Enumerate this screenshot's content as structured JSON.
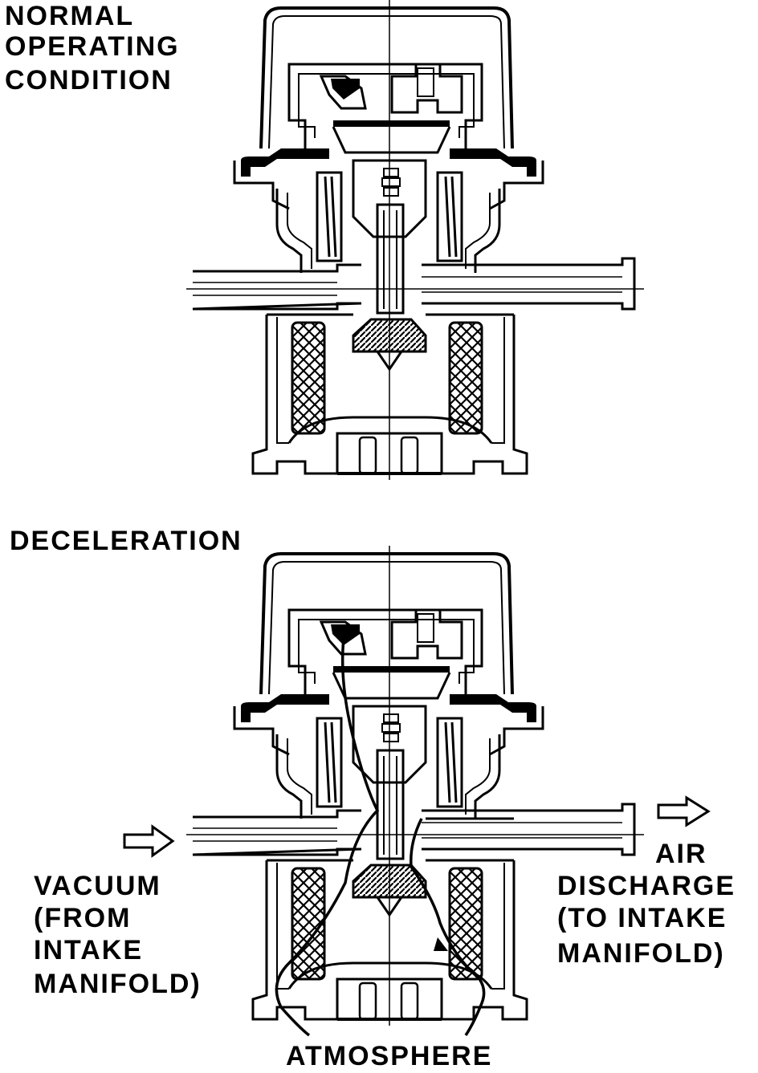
{
  "panels": {
    "normal": {
      "title_lines": [
        "NORMAL",
        "OPERATING",
        "CONDITION"
      ]
    },
    "decel": {
      "title": "DECELERATION"
    }
  },
  "labels": {
    "vacuum_lines": [
      "VACUUM",
      "(FROM",
      "INTAKE",
      "MANIFOLD)"
    ],
    "air_lines": [
      "AIR",
      "DISCHARGE",
      "(TO INTAKE",
      "MANIFOLD)"
    ],
    "atmosphere": "ATMOSPHERE"
  },
  "colors": {
    "ink": "#000000",
    "paper": "#ffffff"
  }
}
